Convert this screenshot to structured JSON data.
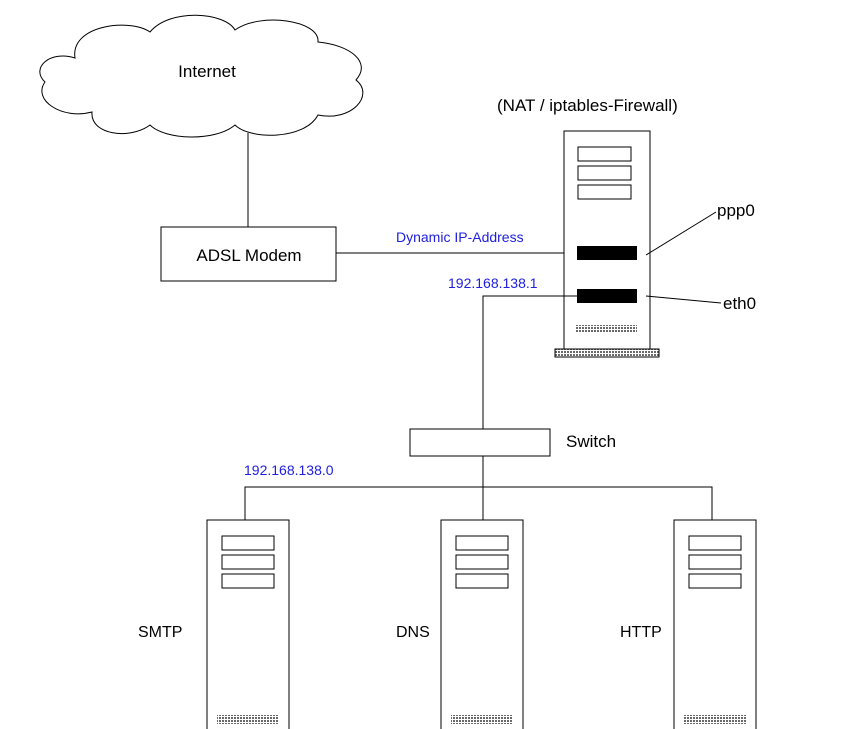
{
  "labels": {
    "internet": "Internet",
    "firewall": "(NAT / iptables-Firewall)",
    "modem": "ADSL Modem",
    "dynamic_ip": "Dynamic IP-Address",
    "gateway_ip": "192.168.138.1",
    "ppp0": "ppp0",
    "eth0": "eth0",
    "switch": "Switch",
    "subnet": "192.168.138.0",
    "smtp": "SMTP",
    "dns": "DNS",
    "http": "HTTP"
  },
  "colors": {
    "ip_text": "#2020e0",
    "lines": "#000000"
  }
}
